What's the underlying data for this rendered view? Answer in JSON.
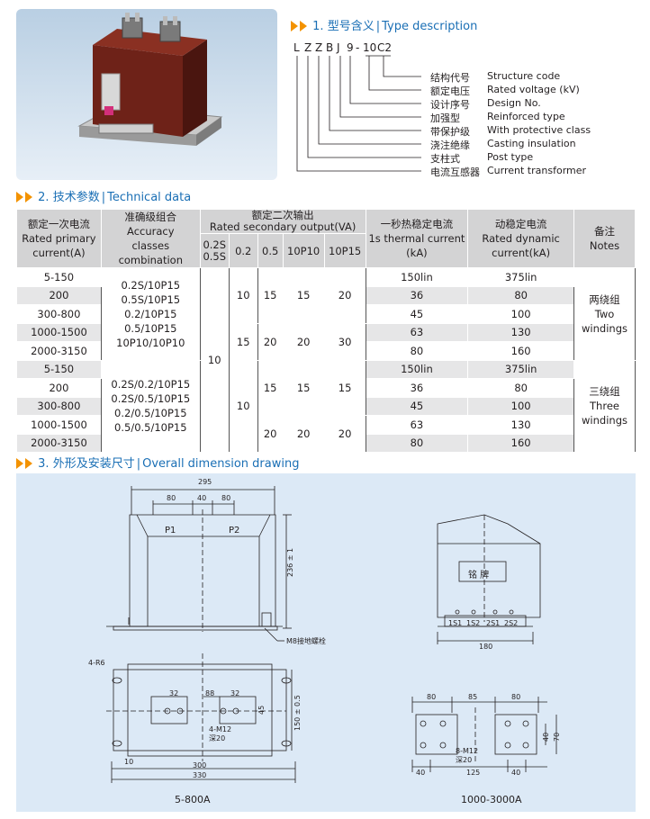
{
  "sections": {
    "s1": {
      "num": "1.",
      "cn": "型号含义",
      "en": "Type description"
    },
    "s2": {
      "num": "2.",
      "cn": "技术参数",
      "en": "Technical data"
    },
    "s3": {
      "num": "3.",
      "cn": "外形及安装尺寸",
      "en": "Overall dimension drawing"
    }
  },
  "type_code": [
    "L",
    "Z",
    "Z",
    "B",
    "J",
    "9",
    "-",
    "10",
    "C2"
  ],
  "legend": [
    {
      "cn": "结构代号",
      "en": "Structure code"
    },
    {
      "cn": "额定电压",
      "en": "Rated voltage (kV)"
    },
    {
      "cn": "设计序号",
      "en": "Design No."
    },
    {
      "cn": "加强型",
      "en": "Reinforced type"
    },
    {
      "cn": "带保护级",
      "en": "With protective class"
    },
    {
      "cn": "浇注绝缘",
      "en": "Casting insulation"
    },
    {
      "cn": "支柱式",
      "en": "Post type"
    },
    {
      "cn": "电流互感器",
      "en": "Current transformer"
    }
  ],
  "table": {
    "h_primary": [
      "额定一次电流",
      "Rated primary",
      "current(A)"
    ],
    "h_accuracy": [
      "准确级组合",
      "Accuracy",
      "classes",
      "combination"
    ],
    "h_secondary": [
      "额定二次输出",
      "Rated secondary output(VA)"
    ],
    "h_sub": [
      "0.2S 0.5S",
      "0.2",
      "0.5",
      "10P10",
      "10P15"
    ],
    "h_thermal": [
      "一秒热稳定电流",
      "1s thermal current",
      "(kA)"
    ],
    "h_dynamic": [
      "动稳定电流",
      "Rated dynamic",
      "current(kA)"
    ],
    "h_notes": [
      "备注",
      "Notes"
    ],
    "primary": [
      "5-150",
      "200",
      "300-800",
      "1000-1500",
      "2000-3150",
      "5-150",
      "200",
      "300-800",
      "1000-1500",
      "2000-3150"
    ],
    "thermal": [
      "150lin",
      "36",
      "45",
      "63",
      "80",
      "150lin",
      "36",
      "45",
      "63",
      "80"
    ],
    "dynamic": [
      "375lin",
      "80",
      "100",
      "130",
      "160",
      "375lin",
      "80",
      "100",
      "130",
      "160"
    ],
    "acc_two": [
      "0.2S/10P15",
      "0.5S/10P15",
      "0.2/10P15",
      "0.5/10P15",
      "10P10/10P10"
    ],
    "acc_three": [
      "0.2S/0.2/10P15",
      "0.2S/0.5/10P15",
      "0.2/0.5/10P15",
      "0.5/0.5/10P15"
    ],
    "v_02s": "10",
    "v_02_a": "10",
    "v_02_b": "15",
    "v_02_c": "10",
    "v_05_a": "15",
    "v_05_b": "20",
    "v_05_c": "15",
    "v_05_d": "20",
    "v_1010_a": "15",
    "v_1010_b": "20",
    "v_1010_c": "15",
    "v_1010_d": "20",
    "v_1015_a": "20",
    "v_1015_b": "30",
    "v_1015_c": "15",
    "v_1015_d": "20",
    "note_two": [
      "两绕组",
      "Two",
      "windings"
    ],
    "note_three": [
      "三绕组",
      "Three",
      "windings"
    ]
  },
  "drawing": {
    "d295": "295",
    "d80a": "80",
    "d40": "40",
    "d80b": "80",
    "p1": "P1",
    "p2": "P2",
    "h236": "236 ± 1",
    "m8": "M8接地螺栓",
    "nameplate": "铭    牌",
    "terms": [
      "1S1",
      "1S2",
      "2S1",
      "2S2"
    ],
    "d180": "180",
    "r6": "4-R6",
    "d32a": "32",
    "d88": "88",
    "d32b": "32",
    "d45": "45",
    "m12": "4-M12",
    "deep": "深20",
    "d150": "150 ± 0.5",
    "d10": "10",
    "d300": "300",
    "d330": "330",
    "r80a": "80",
    "r85": "85",
    "r80b": "80",
    "r40v": "40",
    "r70": "70",
    "rm12": "8-M12",
    "rdeep": "深20",
    "r40a": "40",
    "r125": "125",
    "r40b": "40",
    "cap_left": "5-800A",
    "cap_right": "1000-3000A"
  },
  "colors": {
    "accent": "#1a6fb5",
    "arrow": "#f39200",
    "header_bg": "#d3d3d4",
    "stripe": "#e6e6e7",
    "drawing_bg": "#dce9f6",
    "body": "#6e2218"
  }
}
